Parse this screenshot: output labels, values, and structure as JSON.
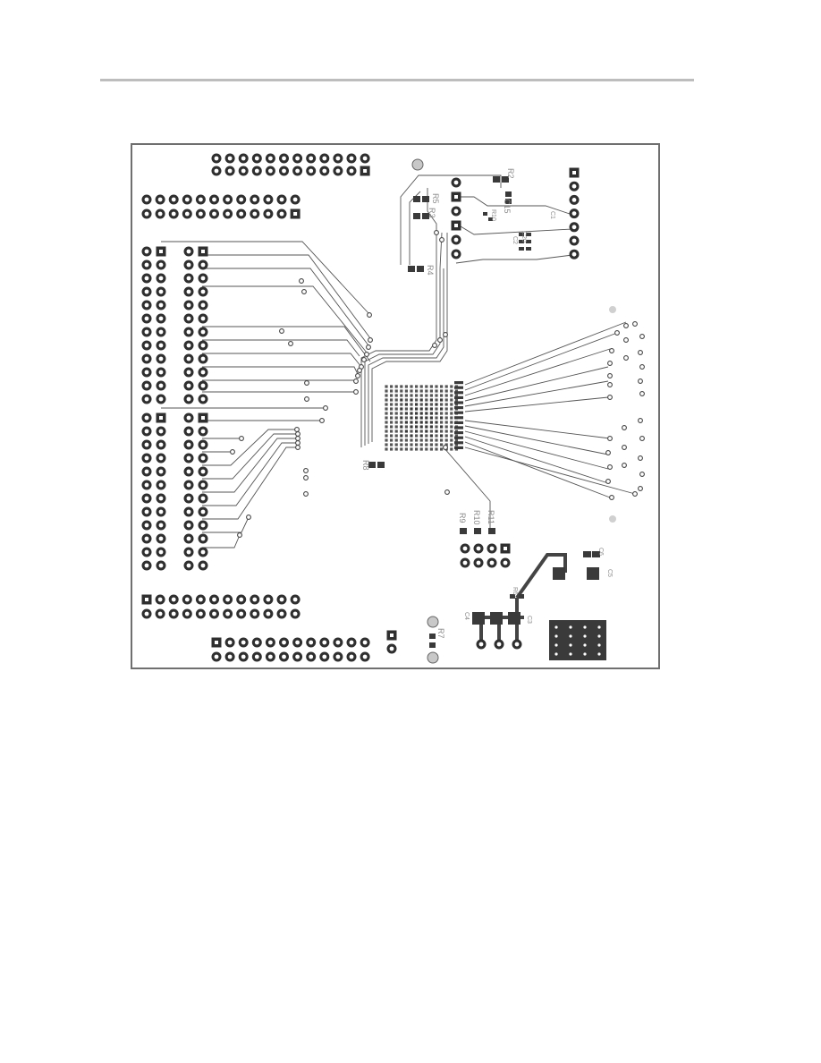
{
  "figure": {
    "type": "pcb-layout-bottom-layer",
    "colors": {
      "copper": "#2f2f2f",
      "pad": "#3a3a3a",
      "ring": "#4a4a4a",
      "board_outline": "#6f6f6f",
      "trace": "#555555",
      "label": "#8a8a8a",
      "background": "#ffffff"
    }
  },
  "labels": {
    "r2": "R2",
    "c15": "C15",
    "r5": "R5",
    "r3": "R3",
    "c1": "C1",
    "r10": "R10",
    "c20": "C20",
    "c2": "C2",
    "r4": "R4",
    "r8": "R8",
    "r9": "R9",
    "r10b": "R10",
    "r11": "R11",
    "r6": "R6",
    "r7": "R7",
    "c4": "C4",
    "c3": "C3",
    "c6": "C6",
    "c5": "C5"
  }
}
